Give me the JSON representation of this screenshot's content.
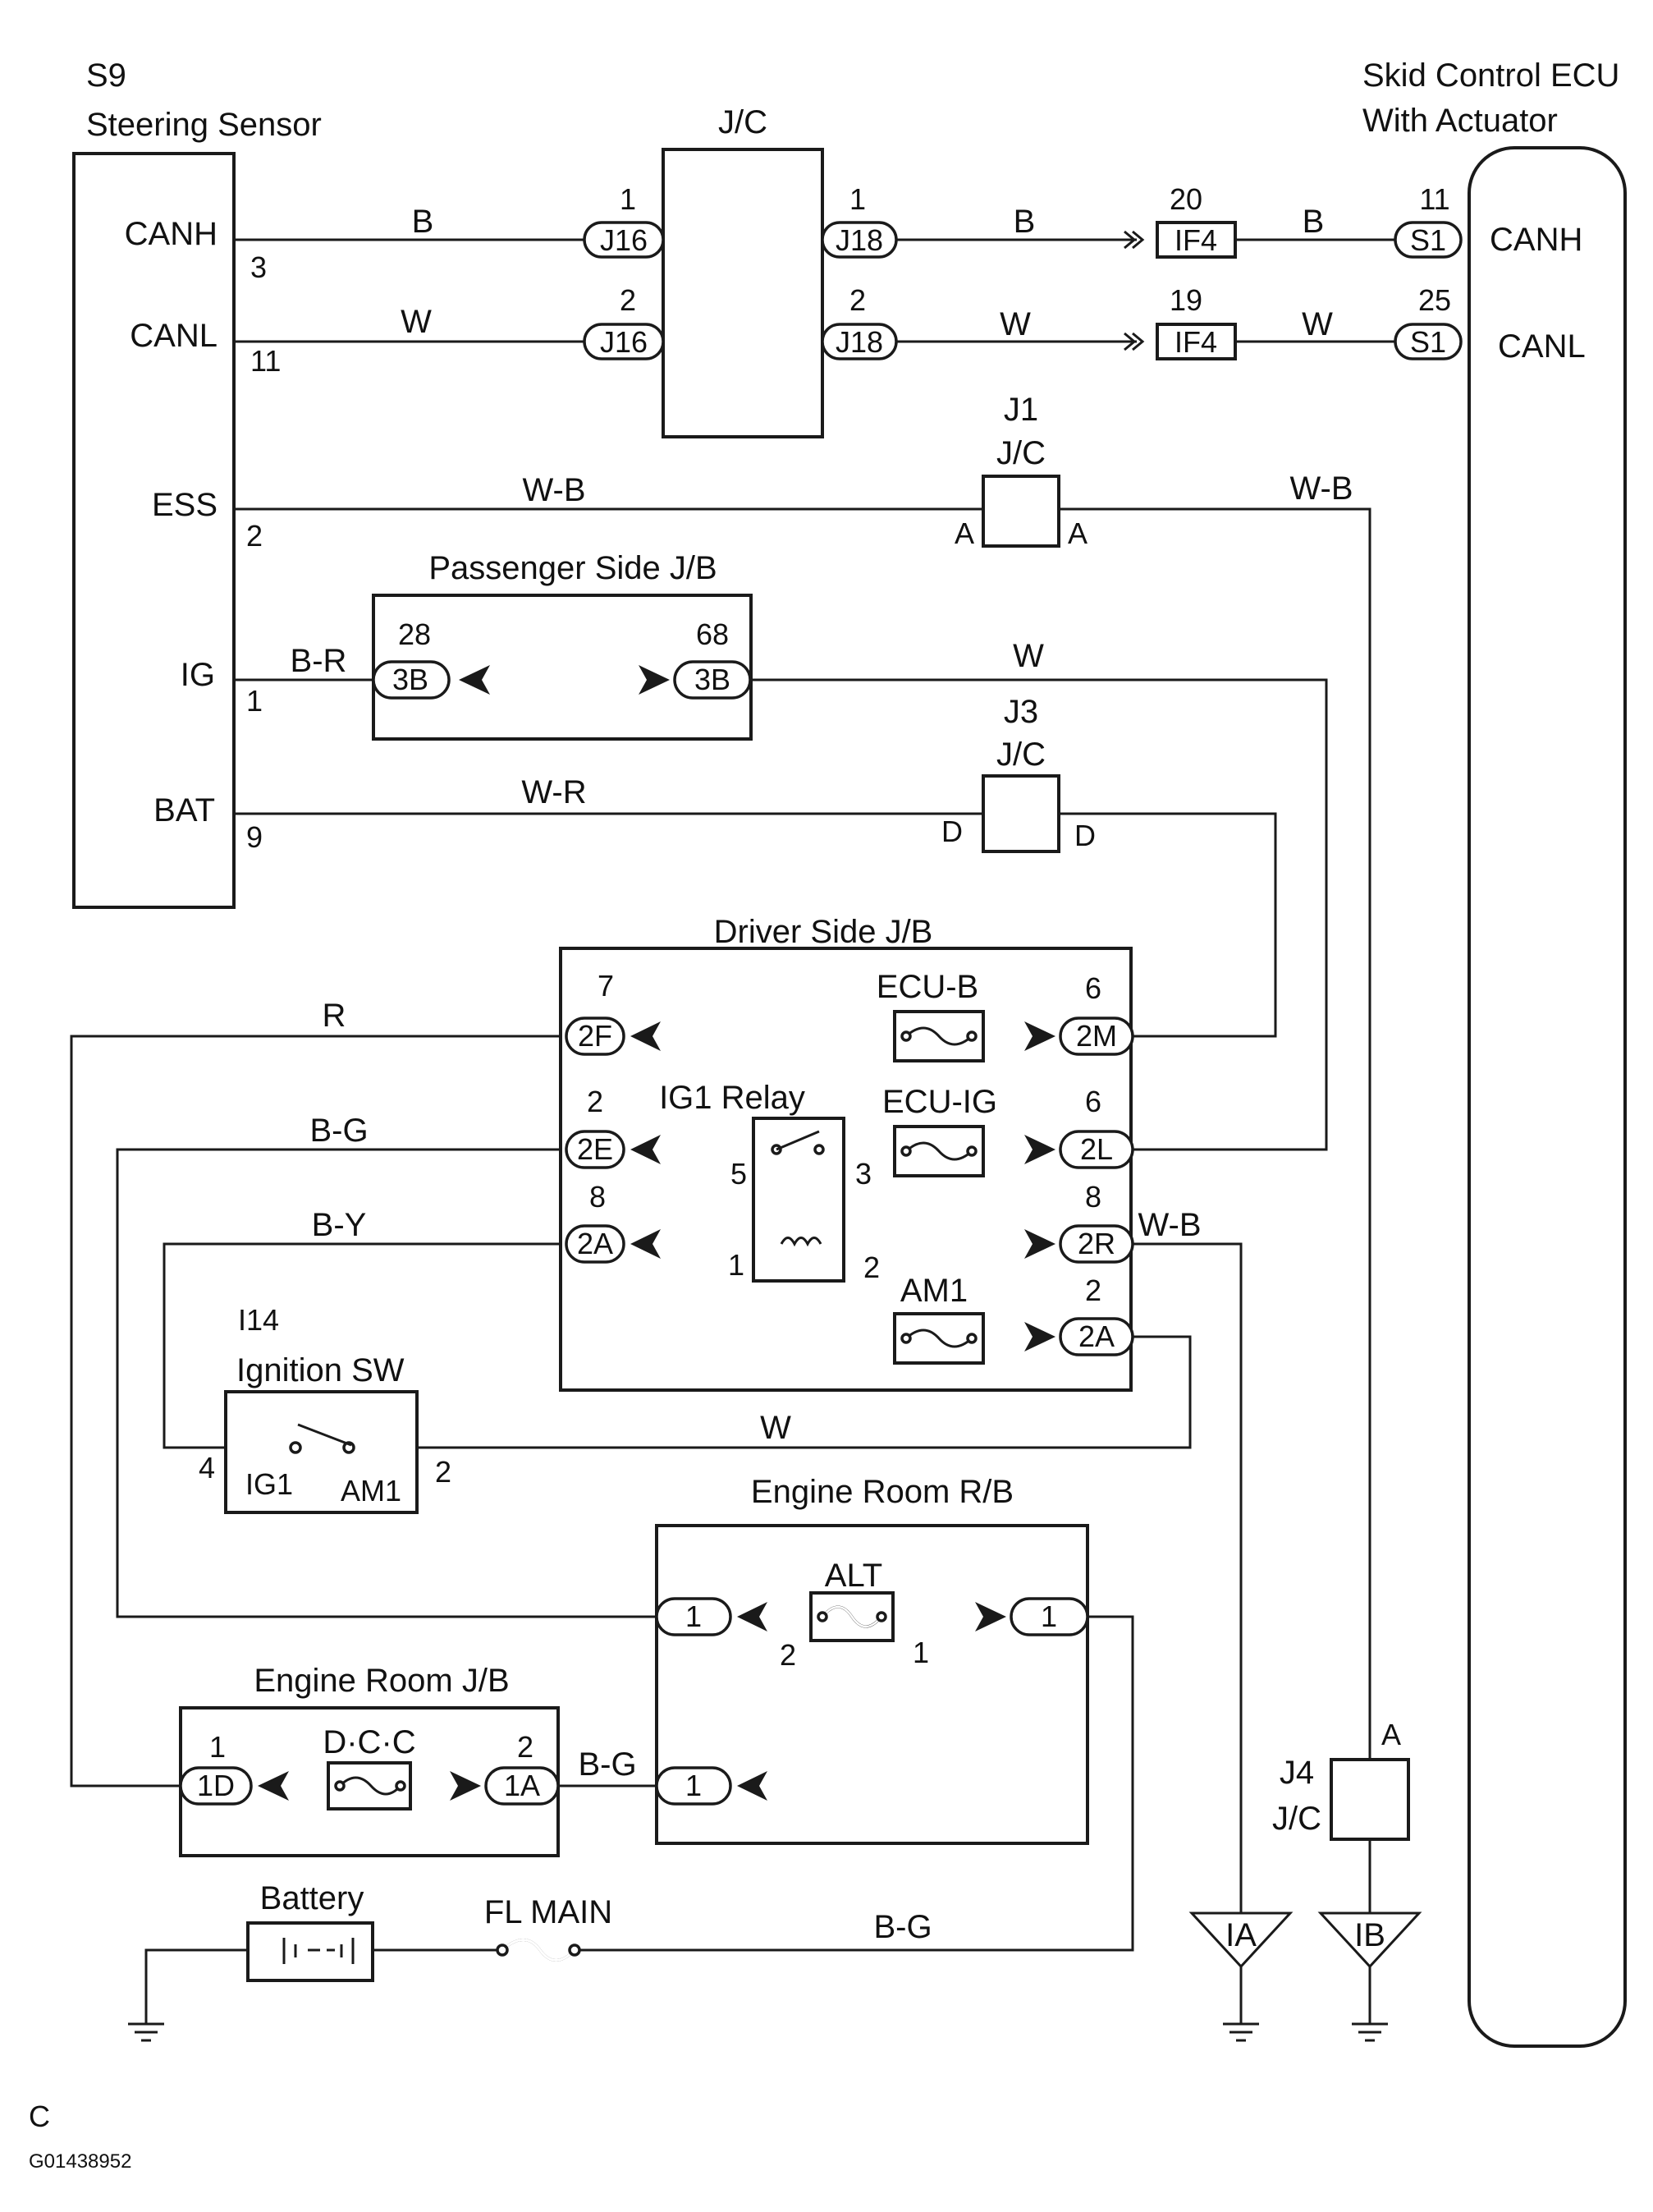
{
  "components": {
    "steering_sensor": {
      "code": "S9",
      "name": "Steering Sensor",
      "pins": [
        {
          "label": "CANH",
          "num": "3"
        },
        {
          "label": "CANL",
          "num": "11"
        },
        {
          "label": "ESS",
          "num": "2"
        },
        {
          "label": "IG",
          "num": "1"
        },
        {
          "label": "BAT",
          "num": "9"
        }
      ]
    },
    "skid_ecu": {
      "name_line1": "Skid Control ECU",
      "name_line2": "With Actuator",
      "pins": [
        {
          "label": "CANH",
          "num": "11",
          "conn": "S1"
        },
        {
          "label": "CANL",
          "num": "25",
          "conn": "S1"
        }
      ]
    },
    "jc_main": {
      "label": "J/C",
      "conns": [
        {
          "id": "J16",
          "num": "1"
        },
        {
          "id": "J16",
          "num": "2"
        },
        {
          "id": "J18",
          "num": "1"
        },
        {
          "id": "J18",
          "num": "2"
        }
      ]
    },
    "if4": [
      {
        "id": "IF4",
        "num": "20"
      },
      {
        "id": "IF4",
        "num": "19"
      }
    ],
    "j1": {
      "code": "J1",
      "label": "J/C",
      "left": "A",
      "right": "A"
    },
    "j3": {
      "code": "J3",
      "label": "J/C",
      "left": "D",
      "right": "D"
    },
    "j4": {
      "code": "J4",
      "label": "J/C",
      "top": "A"
    },
    "passenger_jb": {
      "label": "Passenger Side J/B",
      "conns": [
        {
          "id": "3B",
          "num": "28"
        },
        {
          "id": "3B",
          "num": "68"
        }
      ]
    },
    "driver_jb": {
      "label": "Driver Side J/B",
      "left_conns": [
        {
          "id": "2F",
          "num": "7"
        },
        {
          "id": "2E",
          "num": "2"
        },
        {
          "id": "2A",
          "num": "8"
        }
      ],
      "right_conns": [
        {
          "id": "2M",
          "num": "6"
        },
        {
          "id": "2L",
          "num": "6"
        },
        {
          "id": "2R",
          "num": "8"
        },
        {
          "id": "2A",
          "num": "2"
        }
      ],
      "fuses": [
        "ECU-B",
        "ECU-IG",
        "AM1"
      ],
      "relay": {
        "label": "IG1 Relay",
        "pins": [
          "5",
          "3",
          "1",
          "2"
        ]
      }
    },
    "ignition_sw": {
      "code": "I14",
      "label": "Ignition SW",
      "left": "IG1",
      "right": "AM1",
      "left_pin": "4",
      "right_pin": "2"
    },
    "engine_rb": {
      "label": "Engine Room R/B",
      "fuse": "ALT",
      "conns": [
        "1",
        "1",
        "1"
      ],
      "pin_left": "2",
      "pin_right": "1"
    },
    "engine_jb": {
      "label": "Engine Room J/B",
      "fuse": "D·C·C",
      "conns": [
        {
          "id": "1D",
          "num": "1"
        },
        {
          "id": "1A",
          "num": "2"
        }
      ]
    },
    "battery": {
      "label": "Battery"
    },
    "fl_main": {
      "label": "FL MAIN"
    },
    "grounds": [
      "IA",
      "IB"
    ]
  },
  "wire_colors": {
    "b": "B",
    "w": "W",
    "wb": "W-B",
    "br": "B-R",
    "wr": "W-R",
    "r": "R",
    "bg": "B-G",
    "by": "B-Y"
  },
  "footer": {
    "letter": "C",
    "code": "G01438952"
  }
}
